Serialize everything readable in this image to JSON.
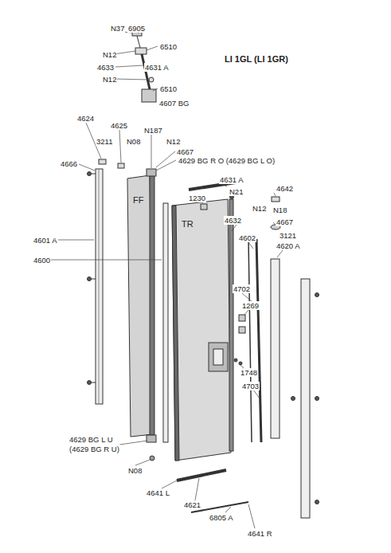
{
  "diagram": {
    "title": "LI 1GL (LI 1GR)",
    "labels": [
      "N37",
      "6905",
      "6510",
      "N12",
      "4633",
      "4631 A",
      "N12",
      "6510",
      "4607 BG",
      "4624",
      "4625",
      "N187",
      "N08",
      "N12",
      "3211",
      "4667",
      "4666",
      "4629 BG R O (4629 BG L O)",
      "4631 A",
      "1230",
      "N21",
      "4642",
      "N12",
      "N18",
      "4667",
      "4632",
      "3121",
      "4620 A",
      "4602",
      "FF",
      "TR",
      "4601 A",
      "4600",
      "4702",
      "1269",
      "1748",
      "4703",
      "4629 BG L U",
      "(4629 BG R U)",
      "N08",
      "4641 L",
      "4621",
      "6805 A",
      "4641 R"
    ]
  }
}
